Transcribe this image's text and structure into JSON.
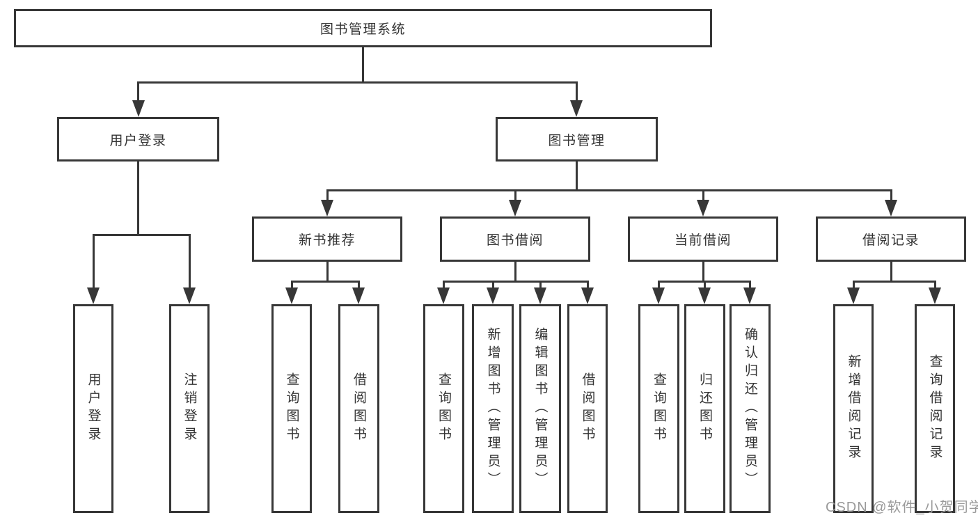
{
  "tree": {
    "root": {
      "label": "图书管理系统"
    },
    "branches": [
      {
        "label": "用户登录",
        "leaves": [
          {
            "label": "用户登录"
          },
          {
            "label": "注销登录"
          }
        ]
      },
      {
        "label": "图书管理",
        "groups": [
          {
            "label": "新书推荐",
            "leaves": [
              {
                "label": "查询图书"
              },
              {
                "label": "借阅图书"
              }
            ]
          },
          {
            "label": "图书借阅",
            "leaves": [
              {
                "label": "查询图书"
              },
              {
                "label": "新增图书（管理员）"
              },
              {
                "label": "编辑图书（管理员）"
              },
              {
                "label": "借阅图书"
              }
            ]
          },
          {
            "label": "当前借阅",
            "leaves": [
              {
                "label": "查询图书"
              },
              {
                "label": "归还图书"
              },
              {
                "label": "确认归还（管理员）"
              }
            ]
          },
          {
            "label": "借阅记录",
            "leaves": [
              {
                "label": "新增借阅记录"
              },
              {
                "label": "查询借阅记录"
              }
            ]
          }
        ]
      }
    ]
  },
  "watermark": {
    "text": "CSDN @软件_小贺同学"
  },
  "colors": {
    "line": "#373737",
    "text": "#333333",
    "watermark": "#9a9a9a",
    "background": "#ffffff"
  }
}
